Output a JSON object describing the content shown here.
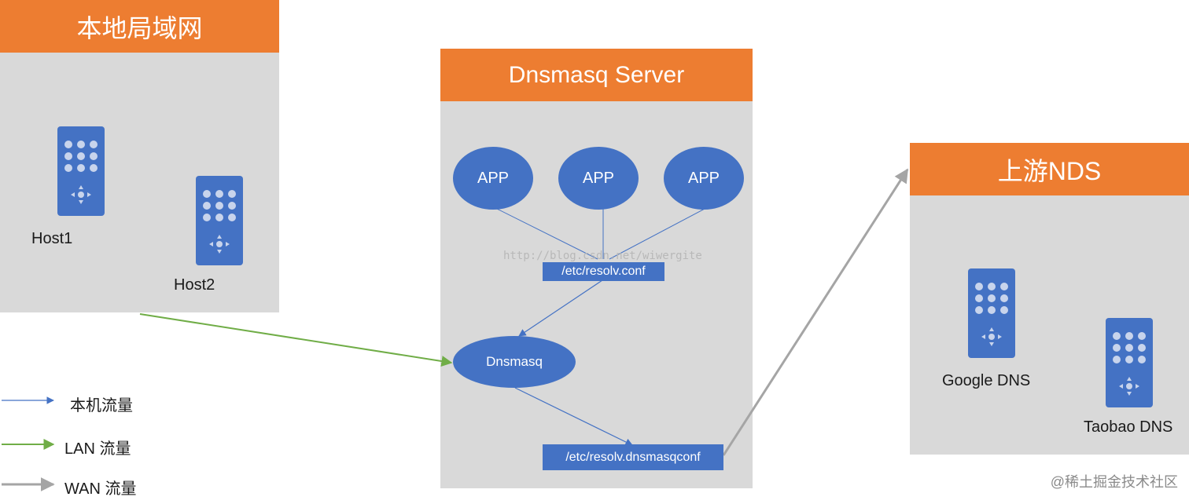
{
  "lan_panel": {
    "title": "本地局域网",
    "hosts": [
      "Host1",
      "Host2"
    ]
  },
  "server_panel": {
    "title": "Dnsmasq Server",
    "apps": [
      "APP",
      "APP",
      "APP"
    ],
    "resolv_conf": "/etc/resolv.conf",
    "dnsmasq_label": "Dnsmasq",
    "resolv_dnsmasq_conf": "/etc/resolv.dnsmasqconf",
    "watermark": "http://blog.csdn.net/wiwergite"
  },
  "upstream_panel": {
    "title": "上游NDS",
    "servers": [
      "Google DNS",
      "Taobao DNS"
    ]
  },
  "legend": {
    "local": "本机流量",
    "lan": "LAN 流量",
    "wan": "WAN 流量"
  },
  "credit": "@稀土掘金技术社区",
  "colors": {
    "header": "#ed7d31",
    "panel": "#d9d9d9",
    "node": "#4472c4",
    "local_flow": "#4472c4",
    "lan_flow": "#70ad47",
    "wan_flow": "#a5a5a5"
  }
}
